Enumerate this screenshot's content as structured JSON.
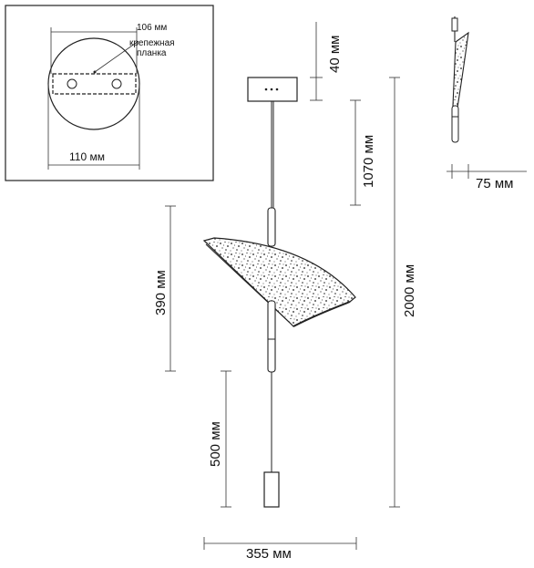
{
  "inset": {
    "diameter_label": "110 мм",
    "plate_width_label": "106 мм",
    "plate_name_line1": "крепежная",
    "plate_name_line2": "планка"
  },
  "dimensions": {
    "canopy_height": "40 мм",
    "cable_length": "1070 мм",
    "total_height": "2000 мм",
    "shade_height": "390 мм",
    "lower_cable": "500 мм",
    "total_width": "355 мм",
    "side_depth": "75 мм"
  }
}
